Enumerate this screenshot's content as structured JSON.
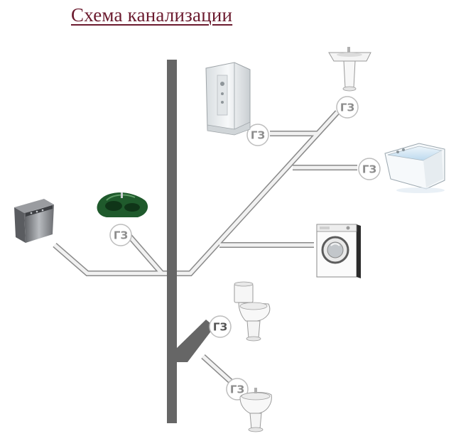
{
  "title": "Схема канализации",
  "labels": {
    "shower": "ГЗ",
    "sink": "ГЗ",
    "bathtub": "ГЗ",
    "kitchen_sink": "ГЗ",
    "toilet": "ГЗ",
    "bidet": "ГЗ"
  },
  "colors": {
    "riser": "#666666",
    "pipe_fill": "#f1f1f1",
    "pipe_stroke": "#8a8a8a",
    "title": "#6b1a2e"
  },
  "fixtures": [
    "dishwasher-icon",
    "kitchen-sink-icon",
    "shower-cabin-icon",
    "washbasin-icon",
    "bathtub-icon",
    "washing-machine-icon",
    "toilet-icon",
    "bidet-icon"
  ]
}
